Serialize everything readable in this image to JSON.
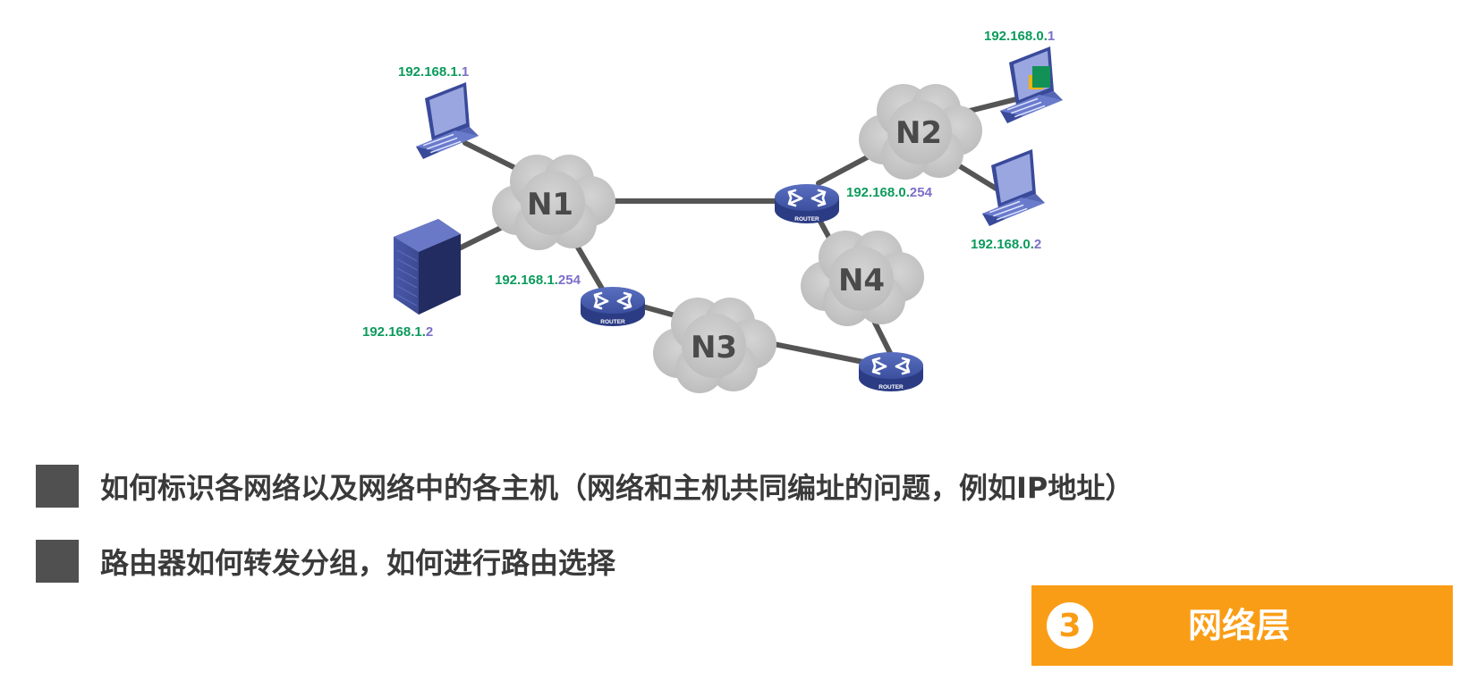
{
  "diagram": {
    "networks": {
      "n1": "N1",
      "n2": "N2",
      "n3": "N3",
      "n4": "N4"
    },
    "router_caption": "ROUTER",
    "ips": {
      "host_1_1": {
        "net": "192.168.1.",
        "host": "1"
      },
      "host_1_2": {
        "net": "192.168.1.",
        "host": "2"
      },
      "router_1_254": {
        "net": "192.168.1.",
        "host": "254"
      },
      "host_0_1": {
        "net": "192.168.0.",
        "host": "1"
      },
      "host_0_2": {
        "net": "192.168.0.",
        "host": "2"
      },
      "router_0_254": {
        "net": "192.168.0.",
        "host": "254"
      }
    },
    "icons": [
      "laptop-icon",
      "server-icon",
      "router-icon",
      "cloud-icon"
    ]
  },
  "bullets": [
    "如何标识各网络以及网络中的各主机（网络和主机共同编址的问题，例如IP地址）",
    "路由器如何转发分组，如何进行路由选择"
  ],
  "section": {
    "number": "3",
    "title": "网络层"
  },
  "colors": {
    "accent": "#fa9d16",
    "ip_network_part": "#0b9b5c",
    "ip_host_part": "#7b6fc9",
    "bullet_square": "#505050",
    "cloud": "#c9c9c9",
    "link": "#555555"
  }
}
